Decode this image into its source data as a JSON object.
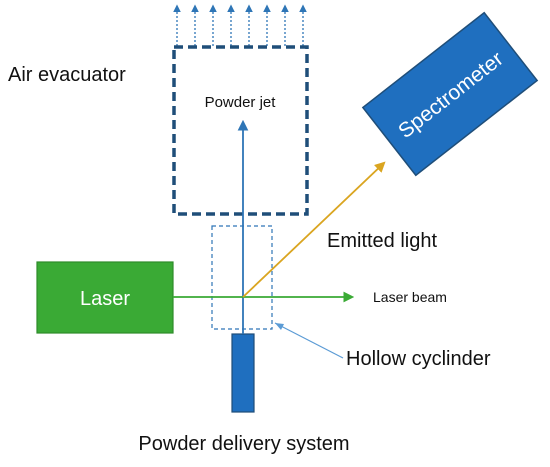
{
  "labels": {
    "air_evacuator": "Air evacuator",
    "powder_jet": "Powder jet",
    "spectrometer": "Spectrometer",
    "emitted_light": "Emitted light",
    "laser": "Laser",
    "laser_beam": "Laser beam",
    "hollow_cylinder": "Hollow cyclinder",
    "powder_delivery": "Powder delivery system"
  },
  "colors": {
    "dark_blue": "#1F4E79",
    "medium_blue": "#2E75B6",
    "box_blue": "#1F6FBF",
    "laser_green": "#3AAA35",
    "laser_border": "#2E8B2A",
    "light_orange": "#DAA520",
    "callout_blue": "#5B9BD5"
  }
}
